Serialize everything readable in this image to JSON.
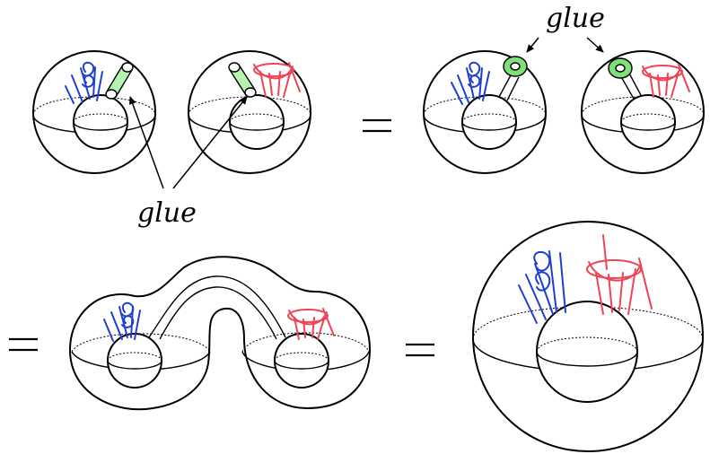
{
  "labels": {
    "glue_top": "glue",
    "glue_left": "glue"
  },
  "colors": {
    "blue_strands": "#1f3fd0",
    "red_strands": "#ee4455",
    "glue_tube": "#b6f2b0",
    "glue_ring": "#7ee07a",
    "outline": "#000000"
  },
  "icons": {
    "equals": "equals-sign",
    "arrow": "arrow"
  }
}
